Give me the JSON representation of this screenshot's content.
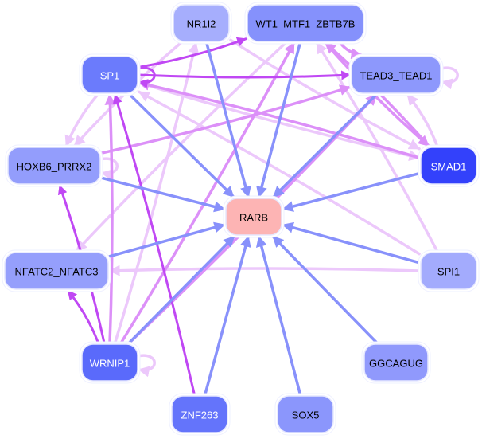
{
  "graph": {
    "title": "Regulatory network for RARB",
    "target": "RARB",
    "colors": {
      "target_fill": "#fdb4b4",
      "edge_to_target": "#8891fb",
      "edge_tf_strong": "#c048f4",
      "edge_tf_medium": "#dc90f8",
      "edge_tf_light": "#ecc8fb"
    },
    "nodes": [
      {
        "id": "NR1I2",
        "label": "NR1I2",
        "fill": "#a6aefd",
        "text": "#000000"
      },
      {
        "id": "WT1_MTF1_ZBTB7B",
        "label": "WT1_MTF1_ZBTB7B",
        "fill": "#8591fc",
        "text": "#000000"
      },
      {
        "id": "SP1",
        "label": "SP1",
        "fill": "#6b7bfc",
        "text": "#ffffff"
      },
      {
        "id": "TEAD3_TEAD1",
        "label": "TEAD3_TEAD1",
        "fill": "#8d98fc",
        "text": "#000000"
      },
      {
        "id": "HOXB6_PRRX2",
        "label": "HOXB6_PRRX2",
        "fill": "#939dfc",
        "text": "#000000"
      },
      {
        "id": "SMAD1",
        "label": "SMAD1",
        "fill": "#3341fb",
        "text": "#ffffff"
      },
      {
        "id": "RARB",
        "label": "RARB",
        "fill": "#fdb4b4",
        "text": "#000000"
      },
      {
        "id": "NFATC2_NFATC3",
        "label": "NFATC2_NFATC3",
        "fill": "#959ffc",
        "text": "#000000"
      },
      {
        "id": "SPI1",
        "label": "SPI1",
        "fill": "#a3abfd",
        "text": "#000000"
      },
      {
        "id": "WRNIP1",
        "label": "WRNIP1",
        "fill": "#5a6afb",
        "text": "#ffffff"
      },
      {
        "id": "GGCAGUG",
        "label": "GGCAGUG",
        "fill": "#9099fc",
        "text": "#000000"
      },
      {
        "id": "ZNF263",
        "label": "ZNF263",
        "fill": "#6474fb",
        "text": "#ffffff"
      },
      {
        "id": "SOX5",
        "label": "SOX5",
        "fill": "#8b96fc",
        "text": "#000000"
      }
    ],
    "edges": [
      {
        "from": "NR1I2",
        "to": "RARB",
        "strength": "target"
      },
      {
        "from": "WT1_MTF1_ZBTB7B",
        "to": "RARB",
        "strength": "target"
      },
      {
        "from": "SP1",
        "to": "RARB",
        "strength": "target"
      },
      {
        "from": "TEAD3_TEAD1",
        "to": "RARB",
        "strength": "target"
      },
      {
        "from": "HOXB6_PRRX2",
        "to": "RARB",
        "strength": "target"
      },
      {
        "from": "SMAD1",
        "to": "RARB",
        "strength": "target"
      },
      {
        "from": "NFATC2_NFATC3",
        "to": "RARB",
        "strength": "target"
      },
      {
        "from": "SPI1",
        "to": "RARB",
        "strength": "target"
      },
      {
        "from": "WRNIP1",
        "to": "RARB",
        "strength": "target"
      },
      {
        "from": "GGCAGUG",
        "to": "RARB",
        "strength": "target"
      },
      {
        "from": "ZNF263",
        "to": "RARB",
        "strength": "target"
      },
      {
        "from": "SOX5",
        "to": "RARB",
        "strength": "target"
      },
      {
        "from": "SP1",
        "to": "WT1_MTF1_ZBTB7B",
        "strength": "strong"
      },
      {
        "from": "SP1",
        "to": "TEAD3_TEAD1",
        "strength": "strong"
      },
      {
        "from": "SP1",
        "to": "SP1",
        "strength": "strong"
      },
      {
        "from": "ZNF263",
        "to": "SP1",
        "strength": "strong"
      },
      {
        "from": "WRNIP1",
        "to": "HOXB6_PRRX2",
        "strength": "strong"
      },
      {
        "from": "WRNIP1",
        "to": "NFATC2_NFATC3",
        "strength": "strong"
      },
      {
        "from": "WRNIP1",
        "to": "SP1",
        "strength": "medium"
      },
      {
        "from": "WRNIP1",
        "to": "WT1_MTF1_ZBTB7B",
        "strength": "medium"
      },
      {
        "from": "WRNIP1",
        "to": "NR1I2",
        "strength": "light"
      },
      {
        "from": "WRNIP1",
        "to": "TEAD3_TEAD1",
        "strength": "medium"
      },
      {
        "from": "WRNIP1",
        "to": "WRNIP1",
        "strength": "light"
      },
      {
        "from": "SMAD1",
        "to": "SP1",
        "strength": "medium"
      },
      {
        "from": "SMAD1",
        "to": "WT1_MTF1_ZBTB7B",
        "strength": "medium"
      },
      {
        "from": "SMAD1",
        "to": "TEAD3_TEAD1",
        "strength": "light"
      },
      {
        "from": "HOXB6_PRRX2",
        "to": "TEAD3_TEAD1",
        "strength": "medium"
      },
      {
        "from": "HOXB6_PRRX2",
        "to": "HOXB6_PRRX2",
        "strength": "light"
      },
      {
        "from": "SP1",
        "to": "HOXB6_PRRX2",
        "strength": "light"
      },
      {
        "from": "SP1",
        "to": "SMAD1",
        "strength": "light"
      },
      {
        "from": "NR1I2",
        "to": "HOXB6_PRRX2",
        "strength": "light"
      },
      {
        "from": "NR1I2",
        "to": "SMAD1",
        "strength": "light"
      },
      {
        "from": "WT1_MTF1_ZBTB7B",
        "to": "TEAD3_TEAD1",
        "strength": "medium"
      },
      {
        "from": "WT1_MTF1_ZBTB7B",
        "to": "NFATC2_NFATC3",
        "strength": "light"
      },
      {
        "from": "WT1_MTF1_ZBTB7B",
        "to": "SMAD1",
        "strength": "medium"
      },
      {
        "from": "TEAD3_TEAD1",
        "to": "TEAD3_TEAD1",
        "strength": "light"
      },
      {
        "from": "SPI1",
        "to": "NFATC2_NFATC3",
        "strength": "light"
      },
      {
        "from": "SPI1",
        "to": "WT1_MTF1_ZBTB7B",
        "strength": "light"
      },
      {
        "from": "SPI1",
        "to": "SP1",
        "strength": "light"
      }
    ]
  }
}
